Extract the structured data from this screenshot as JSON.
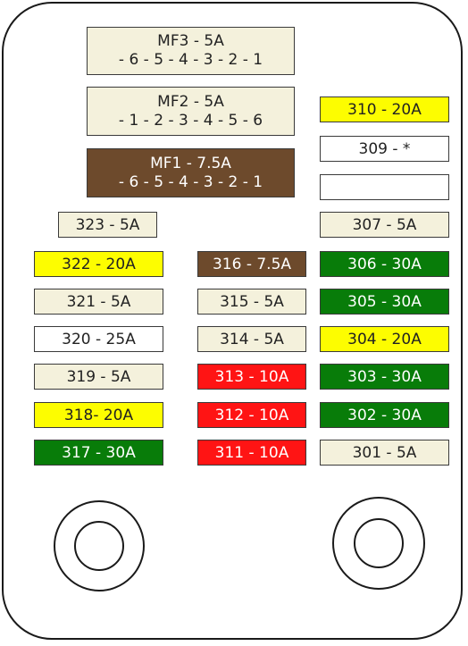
{
  "colors": {
    "cream": "#f4f1dc",
    "yellow": "#fdfd00",
    "white": "#ffffff",
    "brown": "#6d4a2c",
    "green": "#087c09",
    "red": "#ff1414"
  },
  "fuses": {
    "mf3": {
      "name": "MF3 - 5A",
      "pins": "- 6 - 5 - 4 - 3 - 2 - 1",
      "color": "cream"
    },
    "mf2": {
      "name": "MF2 - 5A",
      "pins": "- 1 - 2 - 3 - 4 - 5 - 6",
      "color": "cream"
    },
    "mf1": {
      "name": "MF1 - 7.5A",
      "pins": "- 6 - 5 - 4 - 3 - 2 - 1",
      "color": "brown"
    },
    "f310": {
      "label": "310 - 20A",
      "color": "yellow"
    },
    "f309": {
      "label": "309 - *",
      "color": "white"
    },
    "f308": {
      "label": "",
      "color": "white"
    },
    "f307": {
      "label": "307 - 5A",
      "color": "cream"
    },
    "f323": {
      "label": "323 - 5A",
      "color": "cream"
    },
    "f322": {
      "label": "322 - 20A",
      "color": "yellow"
    },
    "f321": {
      "label": "321 - 5A",
      "color": "cream"
    },
    "f320": {
      "label": "320 - 25A",
      "color": "white"
    },
    "f319": {
      "label": "319 - 5A",
      "color": "cream"
    },
    "f318": {
      "label": "318- 20A",
      "color": "yellow"
    },
    "f317": {
      "label": "317 - 30A",
      "color": "green"
    },
    "f316": {
      "label": "316 - 7.5A",
      "color": "brown"
    },
    "f315": {
      "label": "315 - 5A",
      "color": "cream"
    },
    "f314": {
      "label": "314 - 5A",
      "color": "cream"
    },
    "f313": {
      "label": "313 - 10A",
      "color": "red"
    },
    "f312": {
      "label": "312 - 10A",
      "color": "red"
    },
    "f311": {
      "label": "311 - 10A",
      "color": "red"
    },
    "f306": {
      "label": "306 - 30A",
      "color": "green"
    },
    "f305": {
      "label": "305 - 30A",
      "color": "green"
    },
    "f304": {
      "label": "304 - 20A",
      "color": "yellow"
    },
    "f303": {
      "label": "303 - 30A",
      "color": "green"
    },
    "f302": {
      "label": "302 - 30A",
      "color": "green"
    },
    "f301": {
      "label": "301 - 5A",
      "color": "cream"
    }
  }
}
